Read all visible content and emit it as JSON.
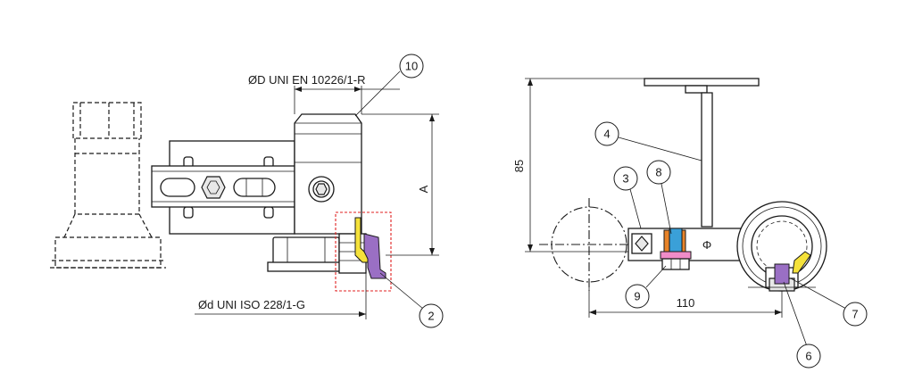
{
  "left_view": {
    "dimension_top_label": "ØD UNI EN 10226/1-R",
    "dimension_bottom_label": "Ød UNI ISO 228/1-G",
    "dimension_height_label": "A"
  },
  "right_view": {
    "dimension_vertical_label": "85",
    "dimension_horizontal_label": "110",
    "phi_symbol": "Φ"
  },
  "callouts": {
    "c10": "10",
    "c2": "2",
    "c4": "4",
    "c3": "3",
    "c8": "8",
    "c9": "9",
    "c7": "7",
    "c6": "6"
  },
  "colors": {
    "yellow_part": "#f5e23a",
    "purple_part": "#9a6fc4",
    "blue_part": "#3aa0d8",
    "orange_part": "#e8842a",
    "pink_part": "#f08cc8",
    "highlight_box": "#e02020"
  }
}
